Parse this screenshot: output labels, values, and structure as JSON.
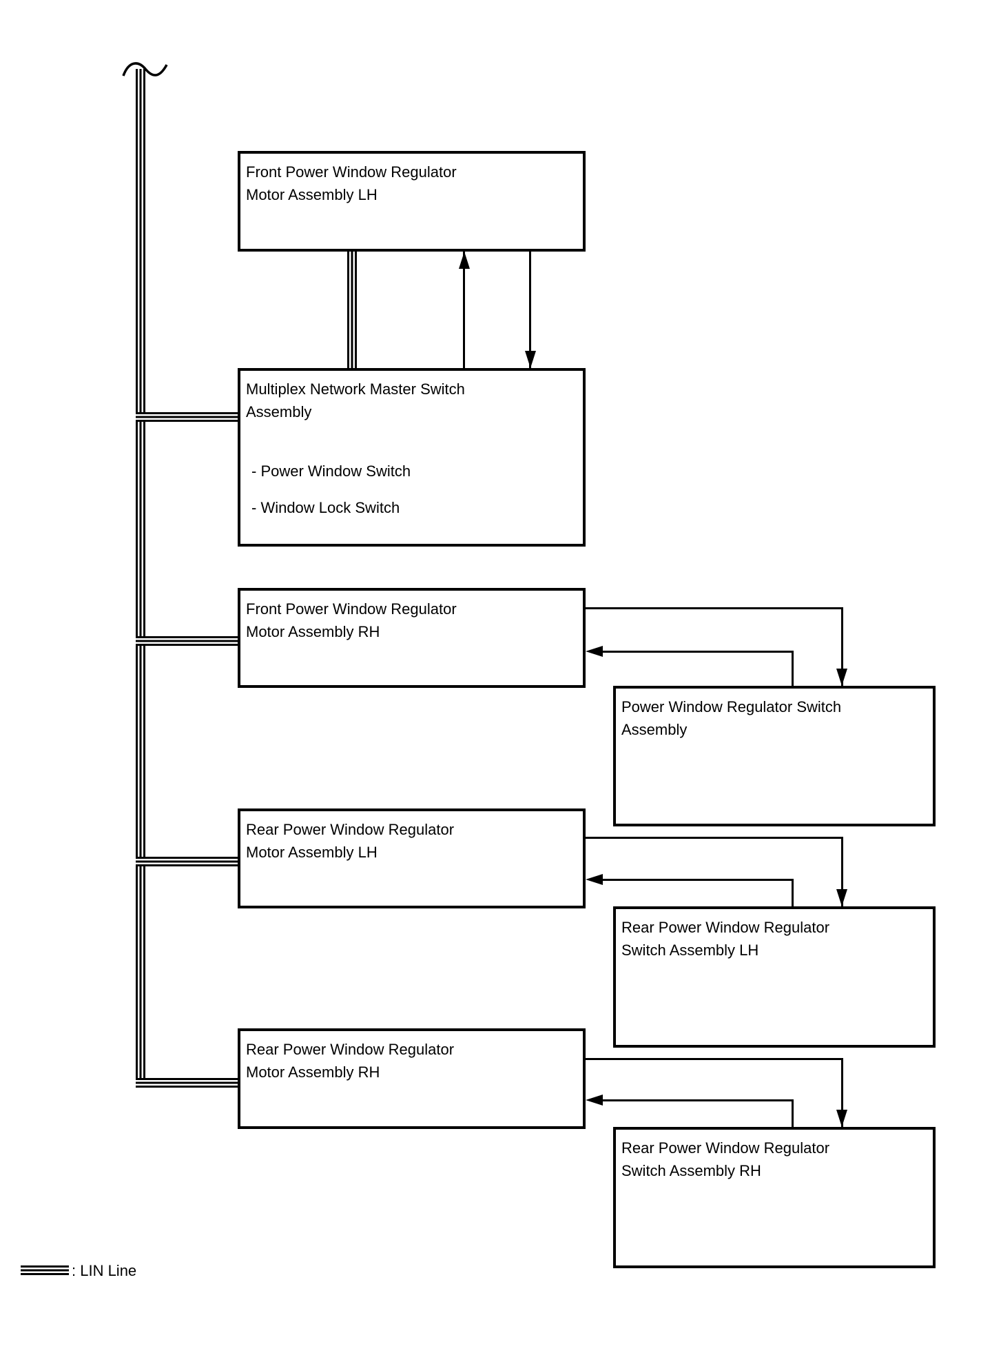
{
  "colors": {
    "line": "#000000",
    "background": "#ffffff"
  },
  "boxes": {
    "front_motor_lh": {
      "line1": "Front Power Window Regulator",
      "line2": "Motor Assembly LH"
    },
    "multiplex_master": {
      "line1": "Multiplex Network Master Switch",
      "line2": "Assembly",
      "bullet1": "- Power Window Switch",
      "bullet2": "- Window Lock Switch"
    },
    "front_motor_rh": {
      "line1": "Front Power Window Regulator",
      "line2": "Motor Assembly RH"
    },
    "pw_switch": {
      "line1": "Power Window Regulator Switch",
      "line2": "Assembly"
    },
    "rear_motor_lh": {
      "line1": "Rear Power Window Regulator",
      "line2": "Motor Assembly LH"
    },
    "rear_switch_lh": {
      "line1": "Rear Power Window Regulator",
      "line2": "Switch Assembly LH"
    },
    "rear_motor_rh": {
      "line1": "Rear Power Window Regulator",
      "line2": "Motor Assembly RH"
    },
    "rear_switch_rh": {
      "line1": "Rear Power Window Regulator",
      "line2": "Switch Assembly RH"
    }
  },
  "legend": {
    "label": ": LIN Line"
  }
}
